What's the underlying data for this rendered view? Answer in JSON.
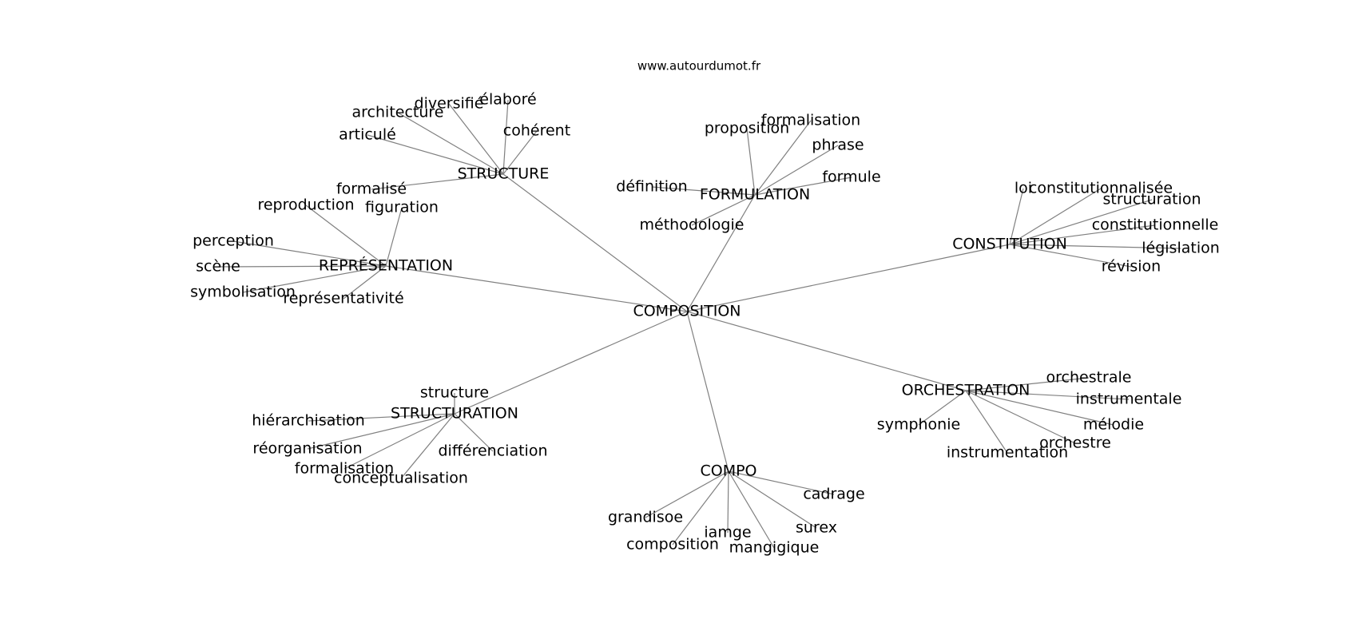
{
  "source_url": "www.autourdumot.fr",
  "center": "COMPOSITION",
  "clusters": [
    {
      "id": "structure",
      "label": "STRUCTURE",
      "words": [
        "cohérent",
        "élaboré",
        "diversifié",
        "architecture",
        "articulé",
        "formalisé"
      ]
    },
    {
      "id": "formulation",
      "label": "FORMULATION",
      "words": [
        "formule",
        "phrase",
        "formalisation",
        "proposition",
        "définition",
        "méthodologie"
      ]
    },
    {
      "id": "constitution",
      "label": "CONSTITUTION",
      "words": [
        "loi",
        "constitutionnalisée",
        "structuration",
        "constitutionnelle",
        "législation",
        "révision"
      ]
    },
    {
      "id": "representation",
      "label": "REPRÉSENTATION",
      "words": [
        "figuration",
        "reproduction",
        "perception",
        "scène",
        "symbolisation",
        "représentativité"
      ]
    },
    {
      "id": "orchestration",
      "label": "ORCHESTRATION",
      "words": [
        "orchestrale",
        "instrumentale",
        "mélodie",
        "orchestre",
        "instrumentation",
        "symphonie"
      ]
    },
    {
      "id": "structuration",
      "label": "STRUCTURATION",
      "words": [
        "structure",
        "hiérarchisation",
        "réorganisation",
        "formalisation",
        "conceptualisation",
        "différenciation"
      ]
    },
    {
      "id": "compo",
      "label": "COMPO",
      "words": [
        "cadrage",
        "surex",
        "mangigique",
        "iamge",
        "composition",
        "grandisoe"
      ]
    }
  ]
}
